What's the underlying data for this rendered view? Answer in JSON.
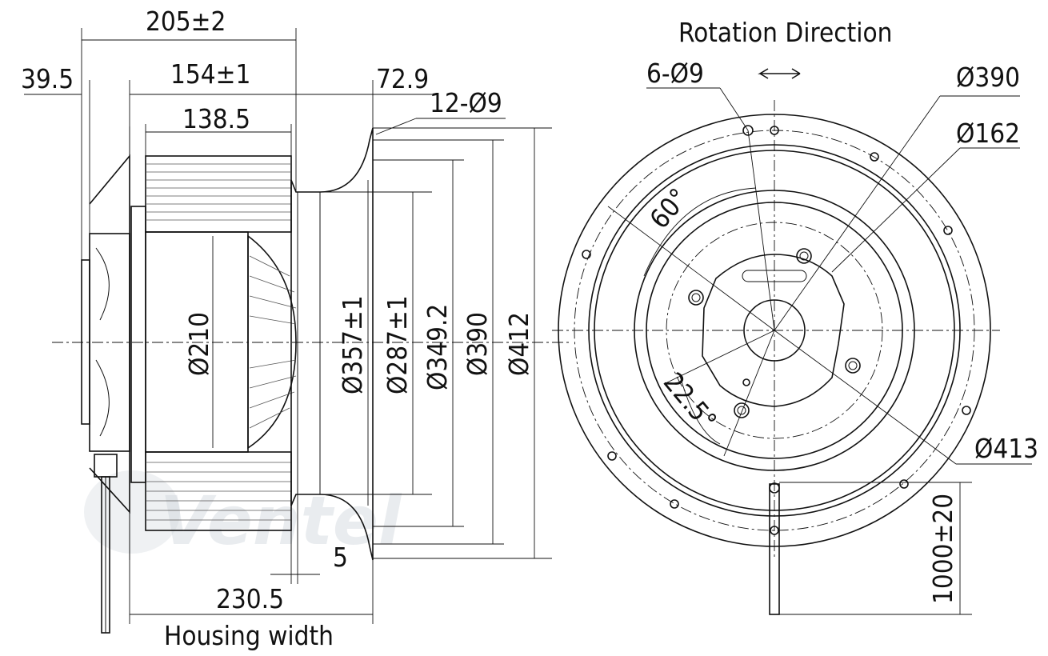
{
  "side_view": {
    "dimensions": {
      "overall_length": "205±2",
      "flange_offset": "39.5",
      "impeller_width": "154±1",
      "inlet_depth": "72.9",
      "blade_width": "138.5",
      "flange_holes": "12-Ø9",
      "motor_dia": "Ø210",
      "inlet_dia": "Ø357±1",
      "throat_dia": "Ø287±1",
      "inner_dia": "Ø349.2",
      "bolt_circle": "Ø390",
      "outer_dia": "Ø412",
      "gap": "5",
      "total_width": "230.5"
    },
    "caption": "Housing width"
  },
  "front_view": {
    "title": "Rotation Direction",
    "dimensions": {
      "mount_holes": "6-Ø9",
      "bolt_circle": "Ø390",
      "hub_dia": "Ø162",
      "angle_60": "60°",
      "angle_22": "22.5°",
      "outer_dia": "Ø413",
      "cable_length": "1000±20"
    }
  },
  "watermark": "Ventel"
}
